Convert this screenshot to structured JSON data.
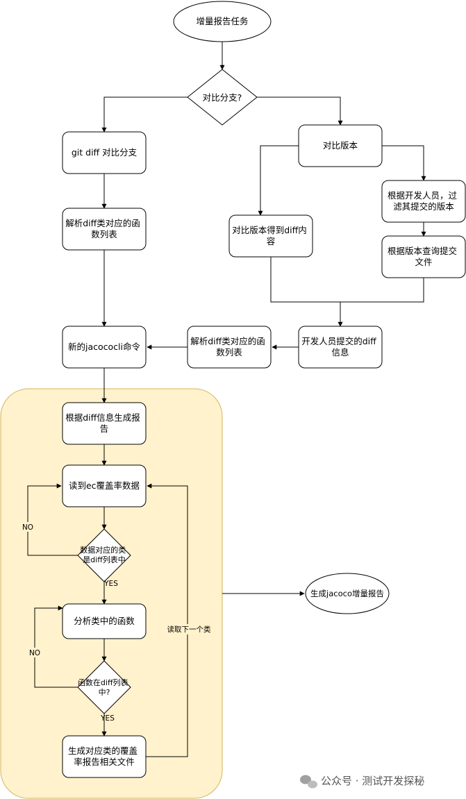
{
  "nodes": {
    "start": "增量报告任务",
    "decision_branch": "对比分支?",
    "git_diff": "git diff 对比分支",
    "compare_version": "对比版本",
    "parse_funcs_left": [
      "解析diff类对应的函",
      "数列表"
    ],
    "filter_dev": [
      "根据开发人员，过",
      "滤其提交的版本"
    ],
    "version_diff": [
      "对比版本得到diff内",
      "容"
    ],
    "query_files": [
      "根据版本查询提交",
      "文件"
    ],
    "new_cli": "新的jacococli命令",
    "parse_funcs_mid": [
      "解析diff类对应的函",
      "数列表"
    ],
    "dev_diff_info": [
      "开发人员提交的diff",
      "信息"
    ],
    "gen_report": [
      "根据diff信息生成报",
      "告"
    ],
    "read_ec": "读到ec覆盖率数据",
    "decision_class": [
      "数据对应的类",
      "是diff列表中"
    ],
    "analyze_funcs": "分析类中的函数",
    "decision_func": [
      "函数在diff列表",
      "中?"
    ],
    "gen_files": [
      "生成对应类的覆盖",
      "率报告相关文件"
    ],
    "final_report": "生成jacoco增量报告"
  },
  "edge_labels": {
    "no_class": "NO",
    "yes_class": "YES",
    "no_func": "NO",
    "yes_func": "YES",
    "read_next": "读取下一个类"
  },
  "watermark": "公众号 · 测试开发探秘",
  "colors": {
    "group_fill": "#fff2cc",
    "group_stroke": "#d6b656",
    "line": "#000000"
  }
}
